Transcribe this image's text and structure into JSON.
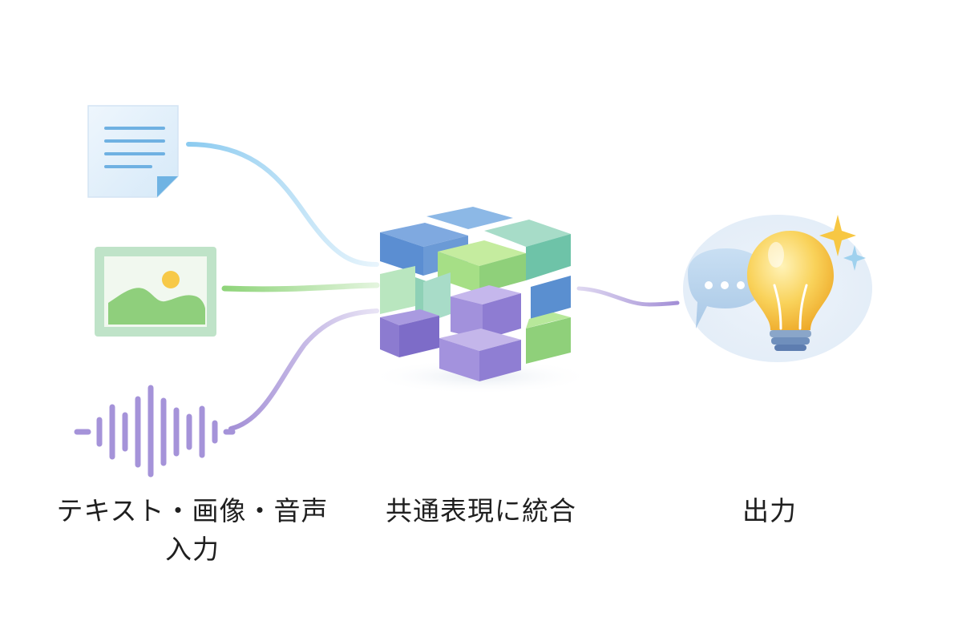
{
  "stages": {
    "input": {
      "label_line1": "テキスト・画像・音声",
      "label_line2": "入力",
      "items": [
        {
          "kind": "text",
          "icon": "document-icon"
        },
        {
          "kind": "image",
          "icon": "image-icon"
        },
        {
          "kind": "audio",
          "icon": "sound-wave-icon"
        }
      ]
    },
    "merge": {
      "label": "共通表現に統合",
      "icon": "block-cube-icon"
    },
    "output": {
      "label": "出力",
      "icons": [
        "speech-bubble-icon",
        "lightbulb-icon",
        "sparkle-icon"
      ]
    }
  },
  "colors": {
    "text_flow": "#8ccbf0",
    "image_flow": "#8fd47a",
    "audio_flow": "#a38fd6",
    "blue": "#6b9bd6",
    "green": "#a6e08c",
    "teal": "#84d1be",
    "purple": "#9b8ad6",
    "bulb": "#f7c743"
  }
}
